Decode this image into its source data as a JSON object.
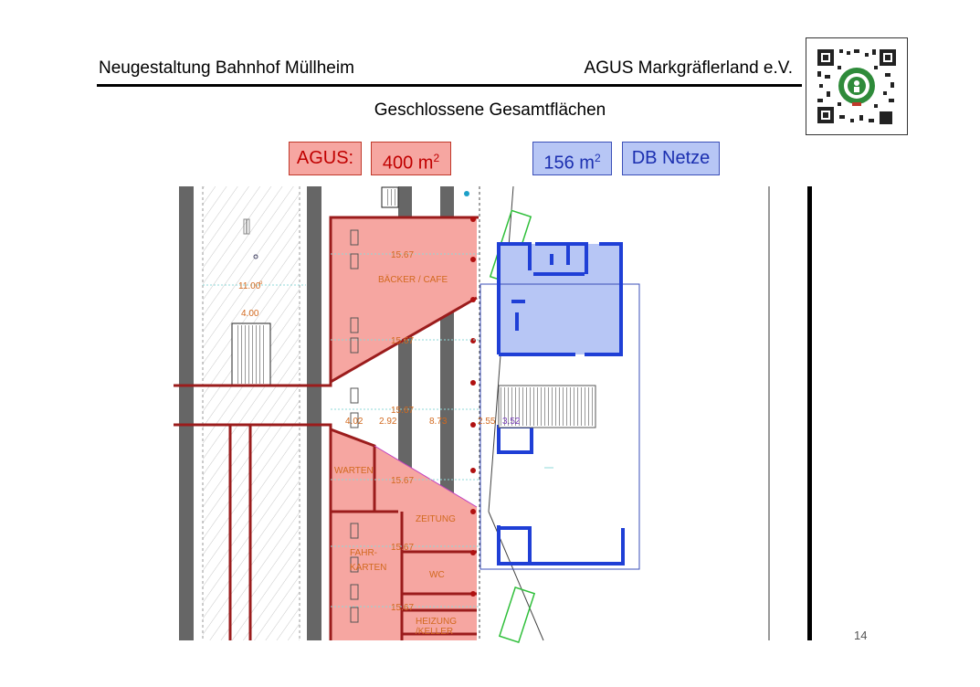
{
  "header": {
    "title_left": "Neugestaltung Bahnhof Müllheim",
    "title_right": "AGUS Markgräflerland e.V."
  },
  "subtitle": "Geschlossene Gesamtflächen",
  "legend": {
    "agus_label": "AGUS:",
    "agus_area": "400 m",
    "db_area": "156 m",
    "db_label": "DB Netze",
    "unit_sup": "2"
  },
  "plan": {
    "dim_11": "11.00",
    "dim_11_sup": "o",
    "dim_4": "4.00",
    "dim_1567": "15.67",
    "dim_402": "4.02",
    "dim_292": "2.92",
    "dim_873": "8.73",
    "dim_255": "2.55",
    "dim_352": "3.52",
    "room_baecker": "BÄCKER / CAFE",
    "room_warten": "WARTEN",
    "room_zeitung": "ZEITUNG",
    "room_fahrkarten_1": "FAHR-",
    "room_fahrkarten_2": "KARTEN",
    "room_wc": "WC",
    "room_heizung_1": "HEIZUNG",
    "room_heizung_2": "/KELLER"
  },
  "page_number": "14",
  "colors": {
    "agus_fill": "#f6a6a1",
    "db_fill": "#b7c6f5",
    "wall_red": "#9b1c1c",
    "wall_blue": "#1f3fd6",
    "track_gray": "#666666"
  }
}
